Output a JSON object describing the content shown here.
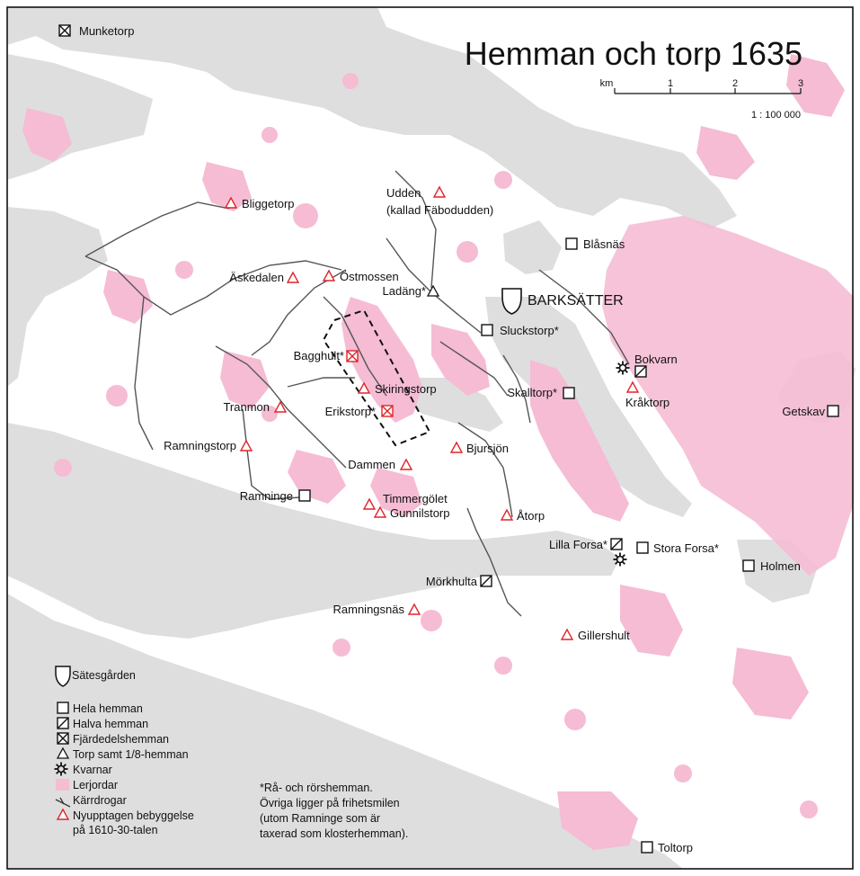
{
  "title": "Hemman och torp 1635",
  "scale": {
    "unit": "km",
    "ticks": [
      "1",
      "2",
      "3"
    ],
    "ratio": "1 : 100 000"
  },
  "colors": {
    "water": "#dedede",
    "clay": "#f5bcd4",
    "land": "#ffffff",
    "new_settlement": "#e0252a",
    "symbol": "#111111"
  },
  "places": {
    "munketorp": "Munketorp",
    "bliggetorp": "Bliggetorp",
    "udden": "Udden",
    "udden_note": "(kallad Fäbodudden)",
    "blasnas": "Blåsnäs",
    "askedalen": "Äskedalen",
    "ostmossen": "Östmossen",
    "ladang": "Ladäng*",
    "barksatter": "BARKSÄTTER",
    "sluckstorp": "Sluckstorp*",
    "bagghult": "Bagghult*",
    "bokvarn": "Bokvarn",
    "skiringstorp": "Skiringstorp",
    "skalltorp": "Skalltorp*",
    "kraktorp": "Kråktorp",
    "tranmon": "Tranmon",
    "erikstorp": "Erikstorp*",
    "getskav": "Getskav",
    "ramningstorp": "Ramningstorp",
    "bjursjon": "Bjursjön",
    "dammen": "Dammen",
    "ramninge": "Ramninge",
    "timmergolet": "Timmergölet",
    "gunnilstorp": "Gunnilstorp",
    "atorp": "Åtorp",
    "lilla_forsa": "Lilla Forsa*",
    "stora_forsa": "Stora Forsa*",
    "holmen": "Holmen",
    "morkhulta": "Mörkhulta",
    "ramningsnas": "Ramningsnäs",
    "gillershult": "Gillershult",
    "toltorp": "Toltorp"
  },
  "legend": {
    "items": [
      {
        "icon": "manor-shield-icon",
        "label": "Sätesgården"
      },
      {
        "icon": "square-icon",
        "label": "Hela hemman"
      },
      {
        "icon": "half-square-icon",
        "label": "Halva hemman"
      },
      {
        "icon": "quarter-square-icon",
        "label": "Fjärdedelshemman"
      },
      {
        "icon": "triangle-icon",
        "label": "Torp samt 1/8-hemman"
      },
      {
        "icon": "mill-icon",
        "label": "Kvarnar"
      },
      {
        "icon": "clay-swatch-icon",
        "label": "Lerjordar"
      },
      {
        "icon": "road-icon",
        "label": "Kärrdrogar"
      },
      {
        "icon": "red-triangle-icon",
        "label": "Nyupptagen bebyggelse"
      }
    ],
    "red_triangle_line2": "på 1610-30-talen"
  },
  "note": {
    "line1": "*Rå- och rörshemman.",
    "line2": "Övriga ligger på frihetsmilen",
    "line3": "(utom Ramninge som är",
    "line4": "taxerad som klosterhemman)."
  }
}
